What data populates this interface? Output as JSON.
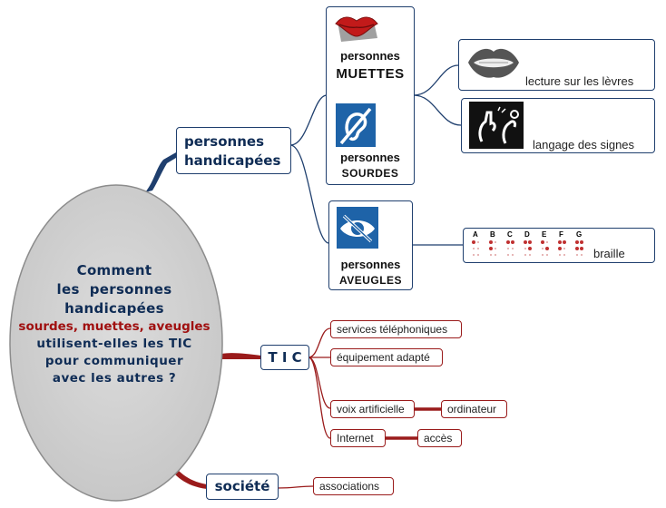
{
  "central": {
    "line1": "Comment",
    "line2": "les  personnes",
    "line3": "handicapées",
    "line4": "sourdes, muettes, aveugles",
    "line5": "utilisent-elles les TIC",
    "line6": "pour communiquer",
    "line7": "avec les autres ?"
  },
  "topics": {
    "handicapees_line1": "personnes",
    "handicapees_line2": "handicapées",
    "tic": "T I C",
    "societe": "société"
  },
  "cards": {
    "muettes_line1": "personnes",
    "muettes_line2": "MUETTES",
    "sourdes_line1": "personnes",
    "sourdes_line2": "SOURDES",
    "aveugles_line1": "personnes",
    "aveugles_line2": "AVEUGLES"
  },
  "leaves": {
    "levres": "lecture sur les lèvres",
    "signes": "langage des signes",
    "braille": "braille",
    "braille_letters": [
      "A",
      "B",
      "C",
      "D",
      "E",
      "F",
      "G"
    ]
  },
  "tic_items": {
    "services": "services téléphoniques",
    "equipement": "équipement adapté",
    "voix": "voix artificielle",
    "ordinateur": "ordinateur",
    "internet": "Internet",
    "acces": "accès"
  },
  "societe_items": {
    "associations": "associations"
  },
  "colors": {
    "navy": "#1f3f6e",
    "dark_red": "#9a1b1b",
    "ellipse_fill": "#d4d4d4"
  }
}
